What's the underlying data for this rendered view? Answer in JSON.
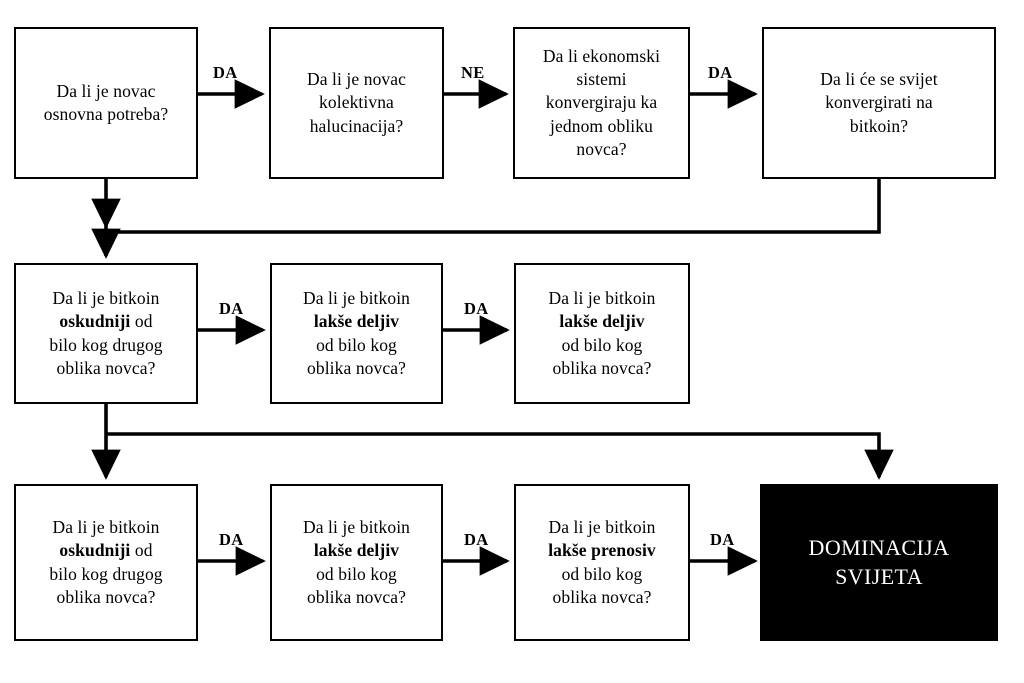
{
  "diagram": {
    "title_text": "Bitcoin dominance decision flowchart",
    "background_color": "#ffffff",
    "line_color": "#000000",
    "terminal_fill": "#000000",
    "terminal_text_color": "#ffffff"
  },
  "nodes": {
    "r1c1": {
      "line1": "Da li je novac",
      "line2": "osnovna potreba?"
    },
    "r1c2": {
      "line1": "Da li je novac",
      "line2": "kolektivna",
      "line3": "halucinacija?"
    },
    "r1c3": {
      "line1": "Da li ekonomski",
      "line2": "sistemi",
      "line3": "konvergiraju ka",
      "line4": "jednom obliku",
      "line5": "novca?"
    },
    "r1c4": {
      "line1": "Da li će se svijet",
      "line2": "konvergirati na",
      "line3": "bitkoin?"
    },
    "r2c1": {
      "line1": "Da li je bitkoin",
      "line2_bold": "oskudniji",
      "line2_rest": " od",
      "line3": "bilo kog drugog",
      "line4": "oblika novca?"
    },
    "r2c2": {
      "line1": "Da li je bitkoin",
      "line2_bold": "lakše deljiv",
      "line2_rest": "",
      "line3": "od bilo kog",
      "line4": "oblika novca?"
    },
    "r2c3": {
      "line1": "Da li je bitkoin",
      "line2_bold": "lakše deljiv",
      "line2_rest": "",
      "line3": "od bilo kog",
      "line4": "oblika novca?"
    },
    "r3c1": {
      "line1": "Da li je bitkoin",
      "line2_bold": "oskudniji",
      "line2_rest": " od",
      "line3": "bilo kog drugog",
      "line4": "oblika novca?"
    },
    "r3c2": {
      "line1": "Da li je bitkoin",
      "line2_bold": "lakše deljiv",
      "line2_rest": "",
      "line3": "od bilo kog",
      "line4": "oblika novca?"
    },
    "r3c3": {
      "line1": "Da li je bitkoin",
      "line2_bold": "lakše prenosiv",
      "line2_rest": "",
      "line3": "od bilo kog",
      "line4": "oblika novca?"
    },
    "r3c4": {
      "line1": "DOMINACIJA",
      "line2": "SVIJETA"
    }
  },
  "edge_labels": {
    "e1": "DA",
    "e2": "NE",
    "e3": "DA",
    "e4": "DA",
    "e5": "DA",
    "e6": "DA",
    "e7": "DA",
    "e8": "DA"
  }
}
